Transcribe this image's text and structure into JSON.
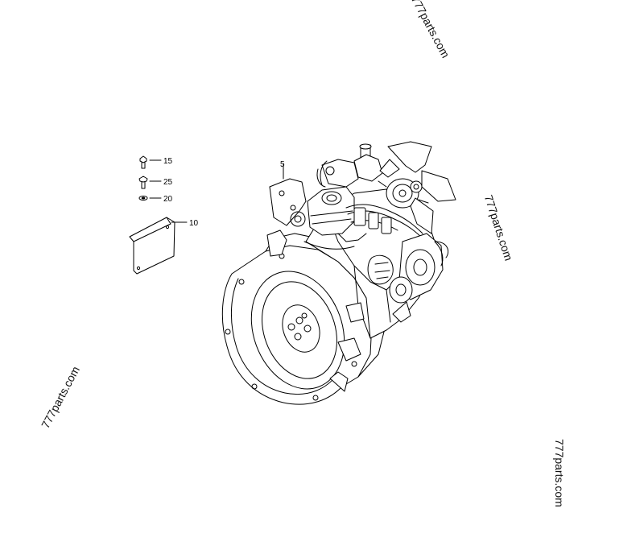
{
  "watermarks": [
    "777parts.com",
    "777parts.com",
    "777parts.com",
    "777parts.com"
  ],
  "callouts": [
    "15",
    "25",
    "20",
    "10",
    "5"
  ],
  "colors": {
    "line": "#000000",
    "background": "#ffffff"
  }
}
